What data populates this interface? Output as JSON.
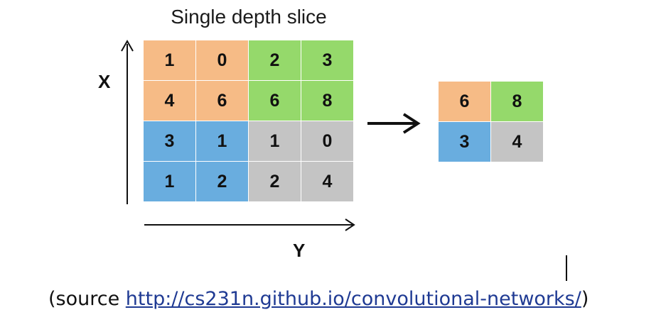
{
  "title": "Single depth slice",
  "axes": {
    "vertical_label": "X",
    "horizontal_label": "Y"
  },
  "input_grid": [
    [
      {
        "value": "1",
        "color": "#f6bb86"
      },
      {
        "value": "0",
        "color": "#f6bb86"
      },
      {
        "value": "2",
        "color": "#95d96b"
      },
      {
        "value": "3",
        "color": "#95d96b"
      }
    ],
    [
      {
        "value": "4",
        "color": "#f6bb86"
      },
      {
        "value": "6",
        "color": "#f6bb86"
      },
      {
        "value": "6",
        "color": "#95d96b"
      },
      {
        "value": "8",
        "color": "#95d96b"
      }
    ],
    [
      {
        "value": "3",
        "color": "#69addf"
      },
      {
        "value": "1",
        "color": "#69addf"
      },
      {
        "value": "1",
        "color": "#c4c4c4"
      },
      {
        "value": "0",
        "color": "#c4c4c4"
      }
    ],
    [
      {
        "value": "1",
        "color": "#69addf"
      },
      {
        "value": "2",
        "color": "#69addf"
      },
      {
        "value": "2",
        "color": "#c4c4c4"
      },
      {
        "value": "4",
        "color": "#c4c4c4"
      }
    ]
  ],
  "output_grid": [
    [
      {
        "value": "6",
        "color": "#f6bb86"
      },
      {
        "value": "8",
        "color": "#95d96b"
      }
    ],
    [
      {
        "value": "3",
        "color": "#69addf"
      },
      {
        "value": "4",
        "color": "#c4c4c4"
      }
    ]
  ],
  "source": {
    "prefix": "(source ",
    "link_text": "http://cs231n.github.io/convolutional-networks/",
    "suffix": ")"
  },
  "colors": {
    "orange": "#f6bb86",
    "green": "#95d96b",
    "blue": "#69addf",
    "gray": "#c4c4c4",
    "link": "#1f3a93"
  }
}
